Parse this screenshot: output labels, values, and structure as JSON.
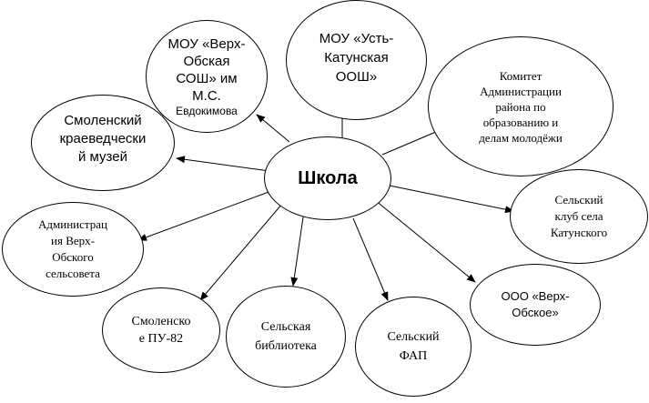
{
  "diagram": {
    "center": {
      "label": "Школа"
    },
    "nodes": [
      {
        "id": "mou-verkh-obskaya",
        "label": "МОУ «Верх-\nОбская\nСОШ» им\nМ.С.",
        "sublabel": "Евдокимова"
      },
      {
        "id": "mou-ust-katunskaya",
        "label": "МОУ «Усть-\nКатунская\nООШ»"
      },
      {
        "id": "komitet",
        "label": "Комитет\nАдминистрации\nрайона по\nобразованию и\nделам молодёжи"
      },
      {
        "id": "museum",
        "label": "Смоленский\nкраеведчески\nй музей"
      },
      {
        "id": "club",
        "label": "Сельский\nклуб села\nКатунского"
      },
      {
        "id": "administration",
        "label": "Администрац\nия Верх-\nОбского\nсельсовета"
      },
      {
        "id": "ooo-verkh-obskoe",
        "label": "ООО «Верх-\nОбское»"
      },
      {
        "id": "pu82",
        "label": "Смоленско\nе ПУ-82"
      },
      {
        "id": "library",
        "label": "Сельская\nбиблиотека"
      },
      {
        "id": "fap",
        "label": "Сельский\nФАП"
      }
    ]
  }
}
